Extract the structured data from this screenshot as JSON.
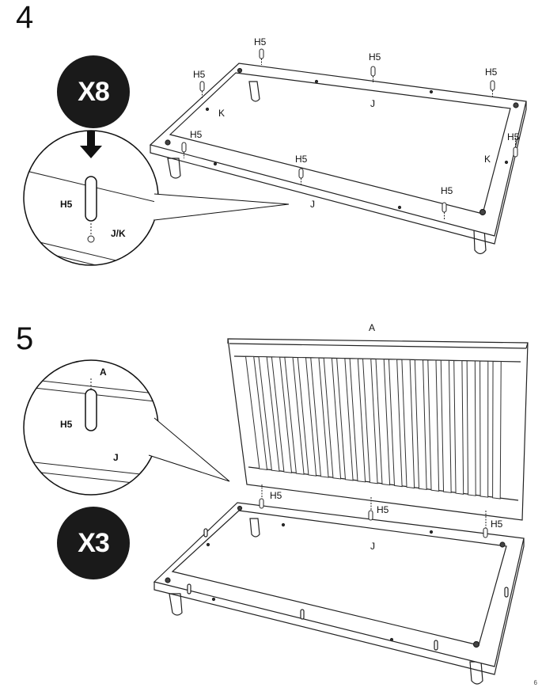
{
  "steps": [
    {
      "number": "4",
      "quantity": "X8",
      "detail": {
        "part_label": "H5",
        "target_label": "J/K"
      },
      "labels": {
        "h5": "H5",
        "side_rail_left": "K",
        "side_rail_right": "K",
        "end_rail_back": "J",
        "end_rail_front": "J"
      }
    },
    {
      "number": "5",
      "quantity": "X3",
      "detail": {
        "top_label": "A",
        "part_label": "H5",
        "target_label": "J"
      },
      "labels": {
        "panel": "A",
        "h5": "H5",
        "end_rail": "J"
      }
    }
  ],
  "page_number": "6",
  "icons": {
    "step4_arrow": "down-arrow-icon",
    "dowel": "wooden-dowel-icon"
  }
}
